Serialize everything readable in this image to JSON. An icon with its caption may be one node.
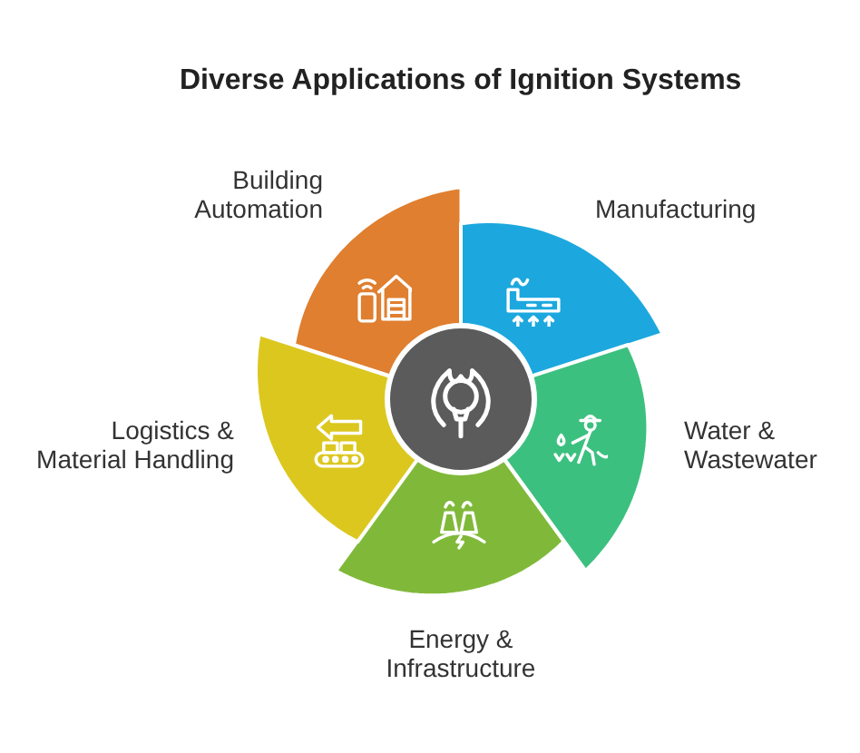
{
  "diagram": {
    "title": "Diverse Applications of Ignition Systems",
    "nodes": [
      {
        "text": [],
        "shape": "circle"
      },
      {
        "text": [
          "Building Automation"
        ]
      },
      {
        "text": [
          "Manufacturing"
        ]
      },
      {
        "text": [
          "Water & Wastewater"
        ]
      },
      {
        "text": [
          "Energy & Infrastructure"
        ]
      },
      {
        "text": [
          "Logistics & Material Handling"
        ]
      }
    ]
  }
}
